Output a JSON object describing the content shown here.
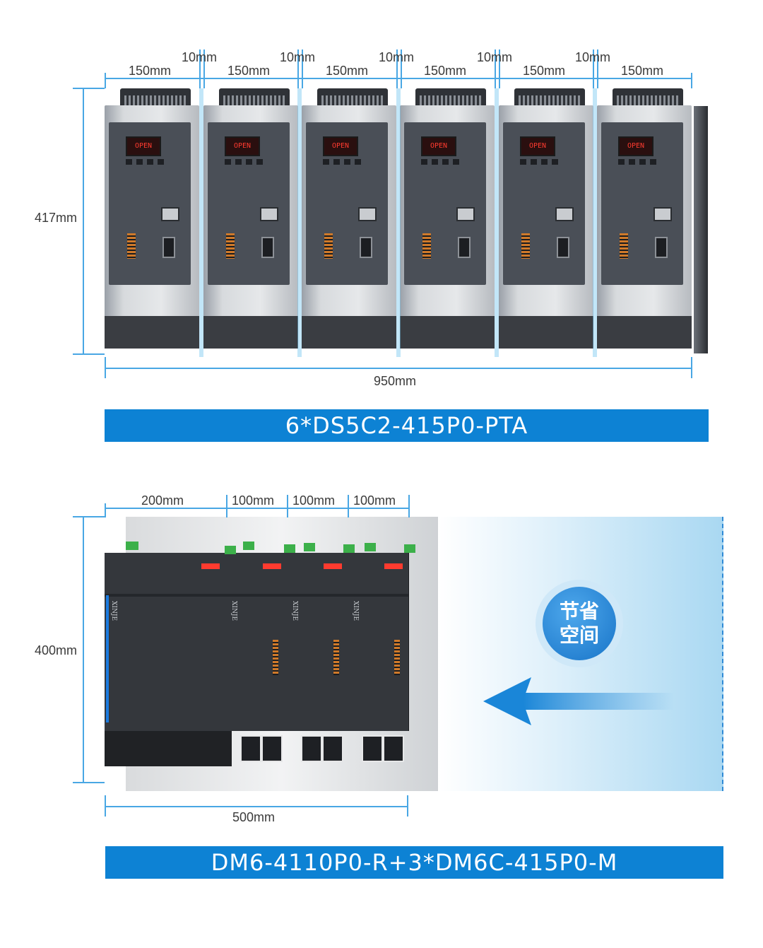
{
  "top_diagram": {
    "module_width_labels": [
      "150mm",
      "150mm",
      "150mm",
      "150mm",
      "150mm",
      "150mm"
    ],
    "gap_labels": [
      "10mm",
      "10mm",
      "10mm",
      "10mm",
      "10mm"
    ],
    "height_label": "417mm",
    "total_width_label": "950mm",
    "display_text": "OPEN",
    "banner": "6*DS5C2-415P0-PTA"
  },
  "bottom_diagram": {
    "width_labels": [
      "200mm",
      "100mm",
      "100mm",
      "100mm"
    ],
    "height_label": "400mm",
    "total_width_label": "500mm",
    "badge_lines": [
      "节省",
      "空间"
    ],
    "brand_text": "XINJE",
    "banner": "DM6-4110P0-R+3*DM6C-415P0-M"
  },
  "colors": {
    "accent_blue": "#0d82d4",
    "dimension_line": "#49a7e4",
    "badge_fill": "#2f8ad6",
    "arrow_blue": "#1a86d8"
  }
}
